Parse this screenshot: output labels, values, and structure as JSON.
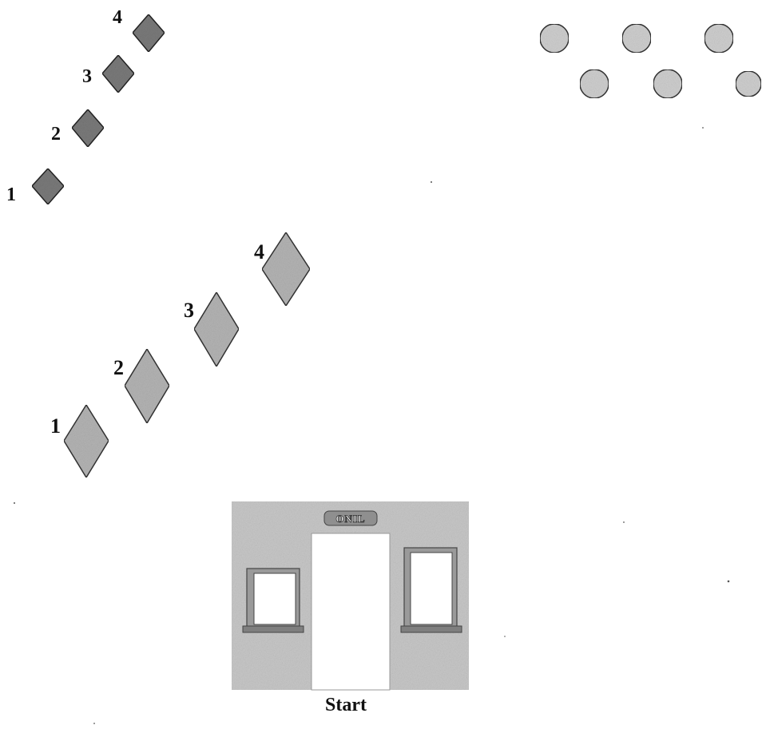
{
  "small_markers": {
    "labels": [
      "1",
      "2",
      "3",
      "4"
    ],
    "fill": "#7a7a7a"
  },
  "large_markers": {
    "labels": [
      "1",
      "2",
      "3",
      "4"
    ],
    "fill": "#b4b4b4"
  },
  "circles": {
    "count": 6,
    "fill": "#cfcfcf"
  },
  "building": {
    "sign": "ONIL",
    "label": "Start",
    "wall_color": "#c8c8c8"
  }
}
